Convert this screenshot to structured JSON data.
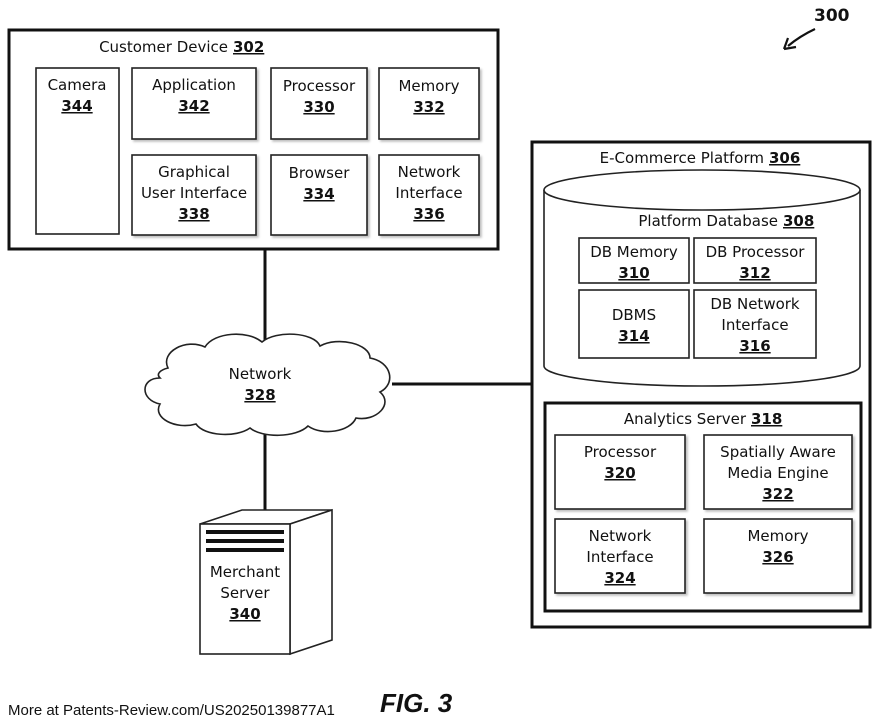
{
  "figure_ref": "300",
  "figure_label": "FIG. 3",
  "footer": "More at Patents-Review.com/US20250139877A1",
  "customer_device": {
    "title": "Customer Device",
    "num": "302",
    "camera": {
      "label": "Camera",
      "num": "344"
    },
    "application": {
      "label": "Application",
      "num": "342"
    },
    "processor": {
      "label": "Processor",
      "num": "330"
    },
    "memory": {
      "label": "Memory",
      "num": "332"
    },
    "gui": {
      "line1": "Graphical",
      "line2": "User Interface",
      "num": "338"
    },
    "browser": {
      "label": "Browser",
      "num": "334"
    },
    "network_interface": {
      "line1": "Network",
      "line2": "Interface",
      "num": "336"
    }
  },
  "network": {
    "label": "Network",
    "num": "328"
  },
  "merchant_server": {
    "line1": "Merchant",
    "line2": "Server",
    "num": "340"
  },
  "ecommerce_platform": {
    "title": "E-Commerce Platform",
    "num": "306",
    "database": {
      "title": "Platform Database",
      "num": "308",
      "db_memory": {
        "label": "DB Memory",
        "num": "310"
      },
      "db_processor": {
        "label": "DB Processor",
        "num": "312"
      },
      "dbms": {
        "label": "DBMS",
        "num": "314"
      },
      "db_network_interface": {
        "line1": "DB Network",
        "line2": "Interface",
        "num": "316"
      }
    },
    "analytics_server": {
      "title": "Analytics Server",
      "num": "318",
      "processor": {
        "label": "Processor",
        "num": "320"
      },
      "media_engine": {
        "line1": "Spatially Aware",
        "line2": "Media Engine",
        "num": "322"
      },
      "network_interface": {
        "line1": "Network",
        "line2": "Interface",
        "num": "324"
      },
      "memory": {
        "label": "Memory",
        "num": "326"
      }
    }
  }
}
